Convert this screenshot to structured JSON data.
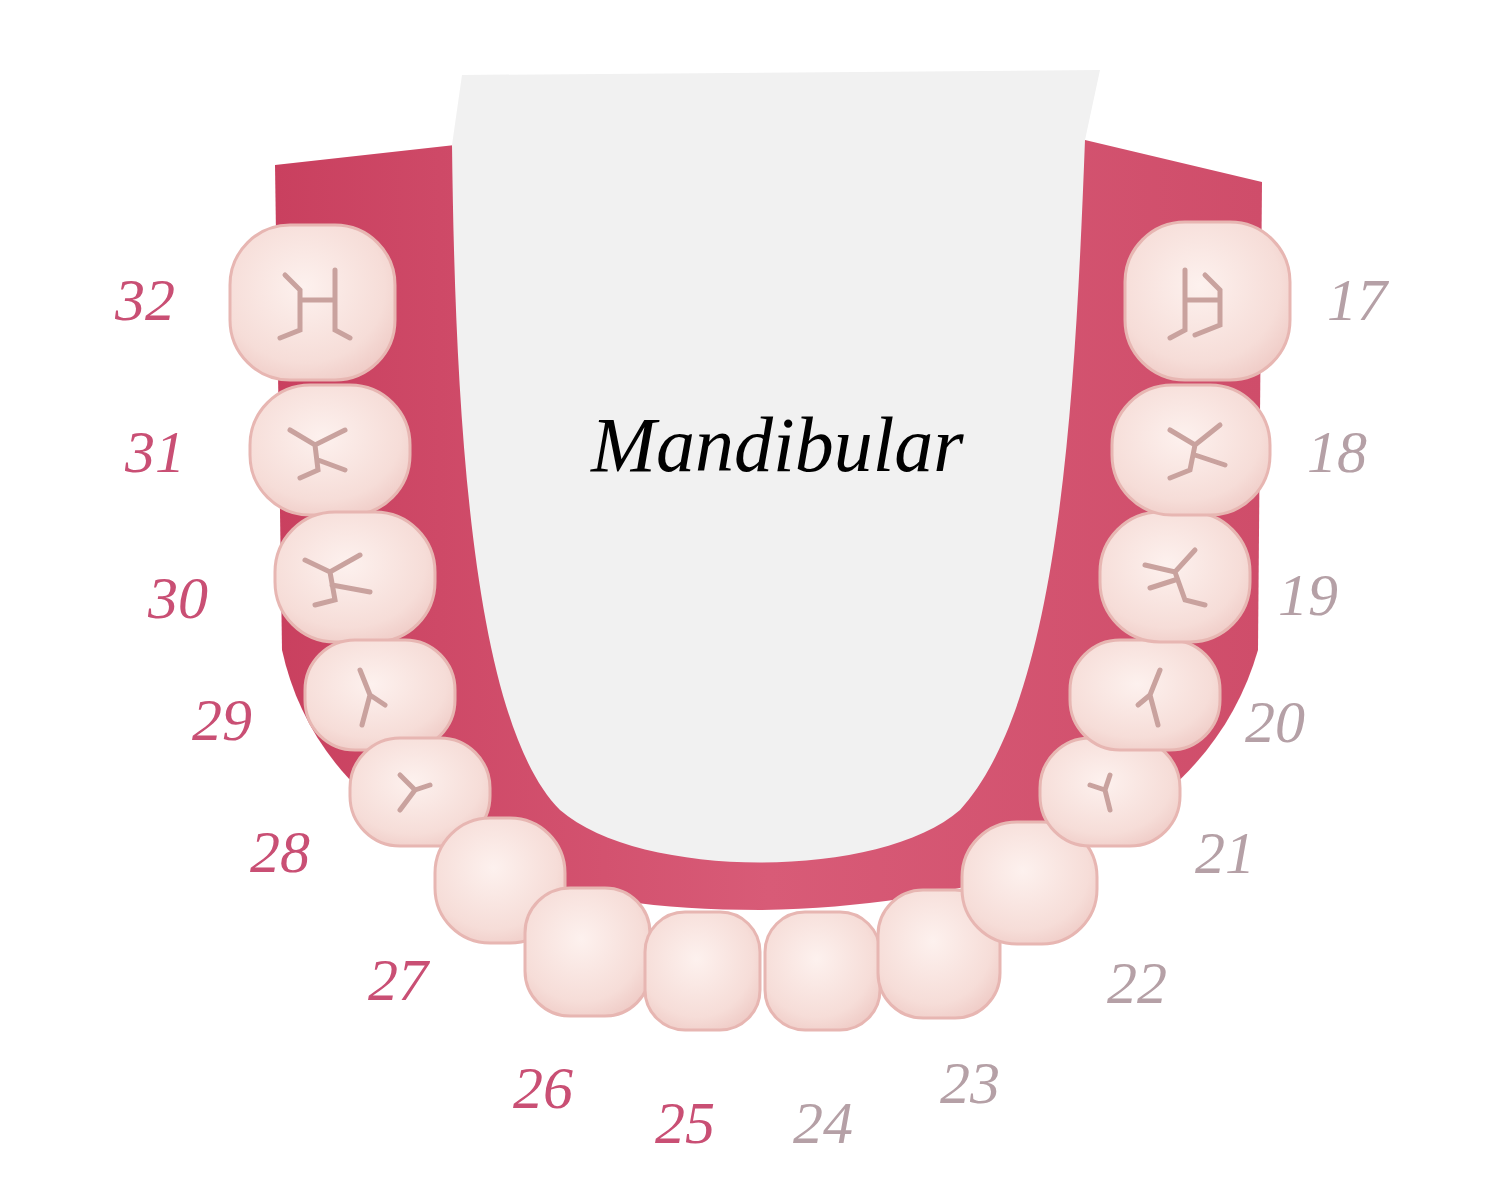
{
  "diagram": {
    "nodes": [
      {
        "text": [
          "Mandibular"
        ]
      }
    ],
    "labels": [
      "32",
      "31",
      "30",
      "29",
      "28",
      "27",
      "26",
      "25",
      "24",
      "23",
      "22",
      "21",
      "20",
      "19",
      "18",
      "17"
    ]
  }
}
